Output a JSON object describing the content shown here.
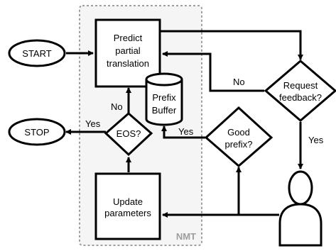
{
  "nodes": {
    "start": "START",
    "stop": "STOP",
    "predict": [
      "Predict",
      "partial",
      "translation"
    ],
    "request": [
      "Request",
      "feedback?"
    ],
    "prefix_buffer": [
      "Prefix",
      "Buffer"
    ],
    "eos": "EOS?",
    "good_prefix": [
      "Good",
      "prefix?"
    ],
    "update": [
      "Update",
      "parameters"
    ]
  },
  "edge_labels": {
    "request_no": "No",
    "request_yes": "Yes",
    "eos_no": "No",
    "eos_yes": "Yes",
    "good_prefix_yes": "Yes"
  },
  "group_label": "NMT",
  "icons": {
    "user": "person-icon"
  }
}
